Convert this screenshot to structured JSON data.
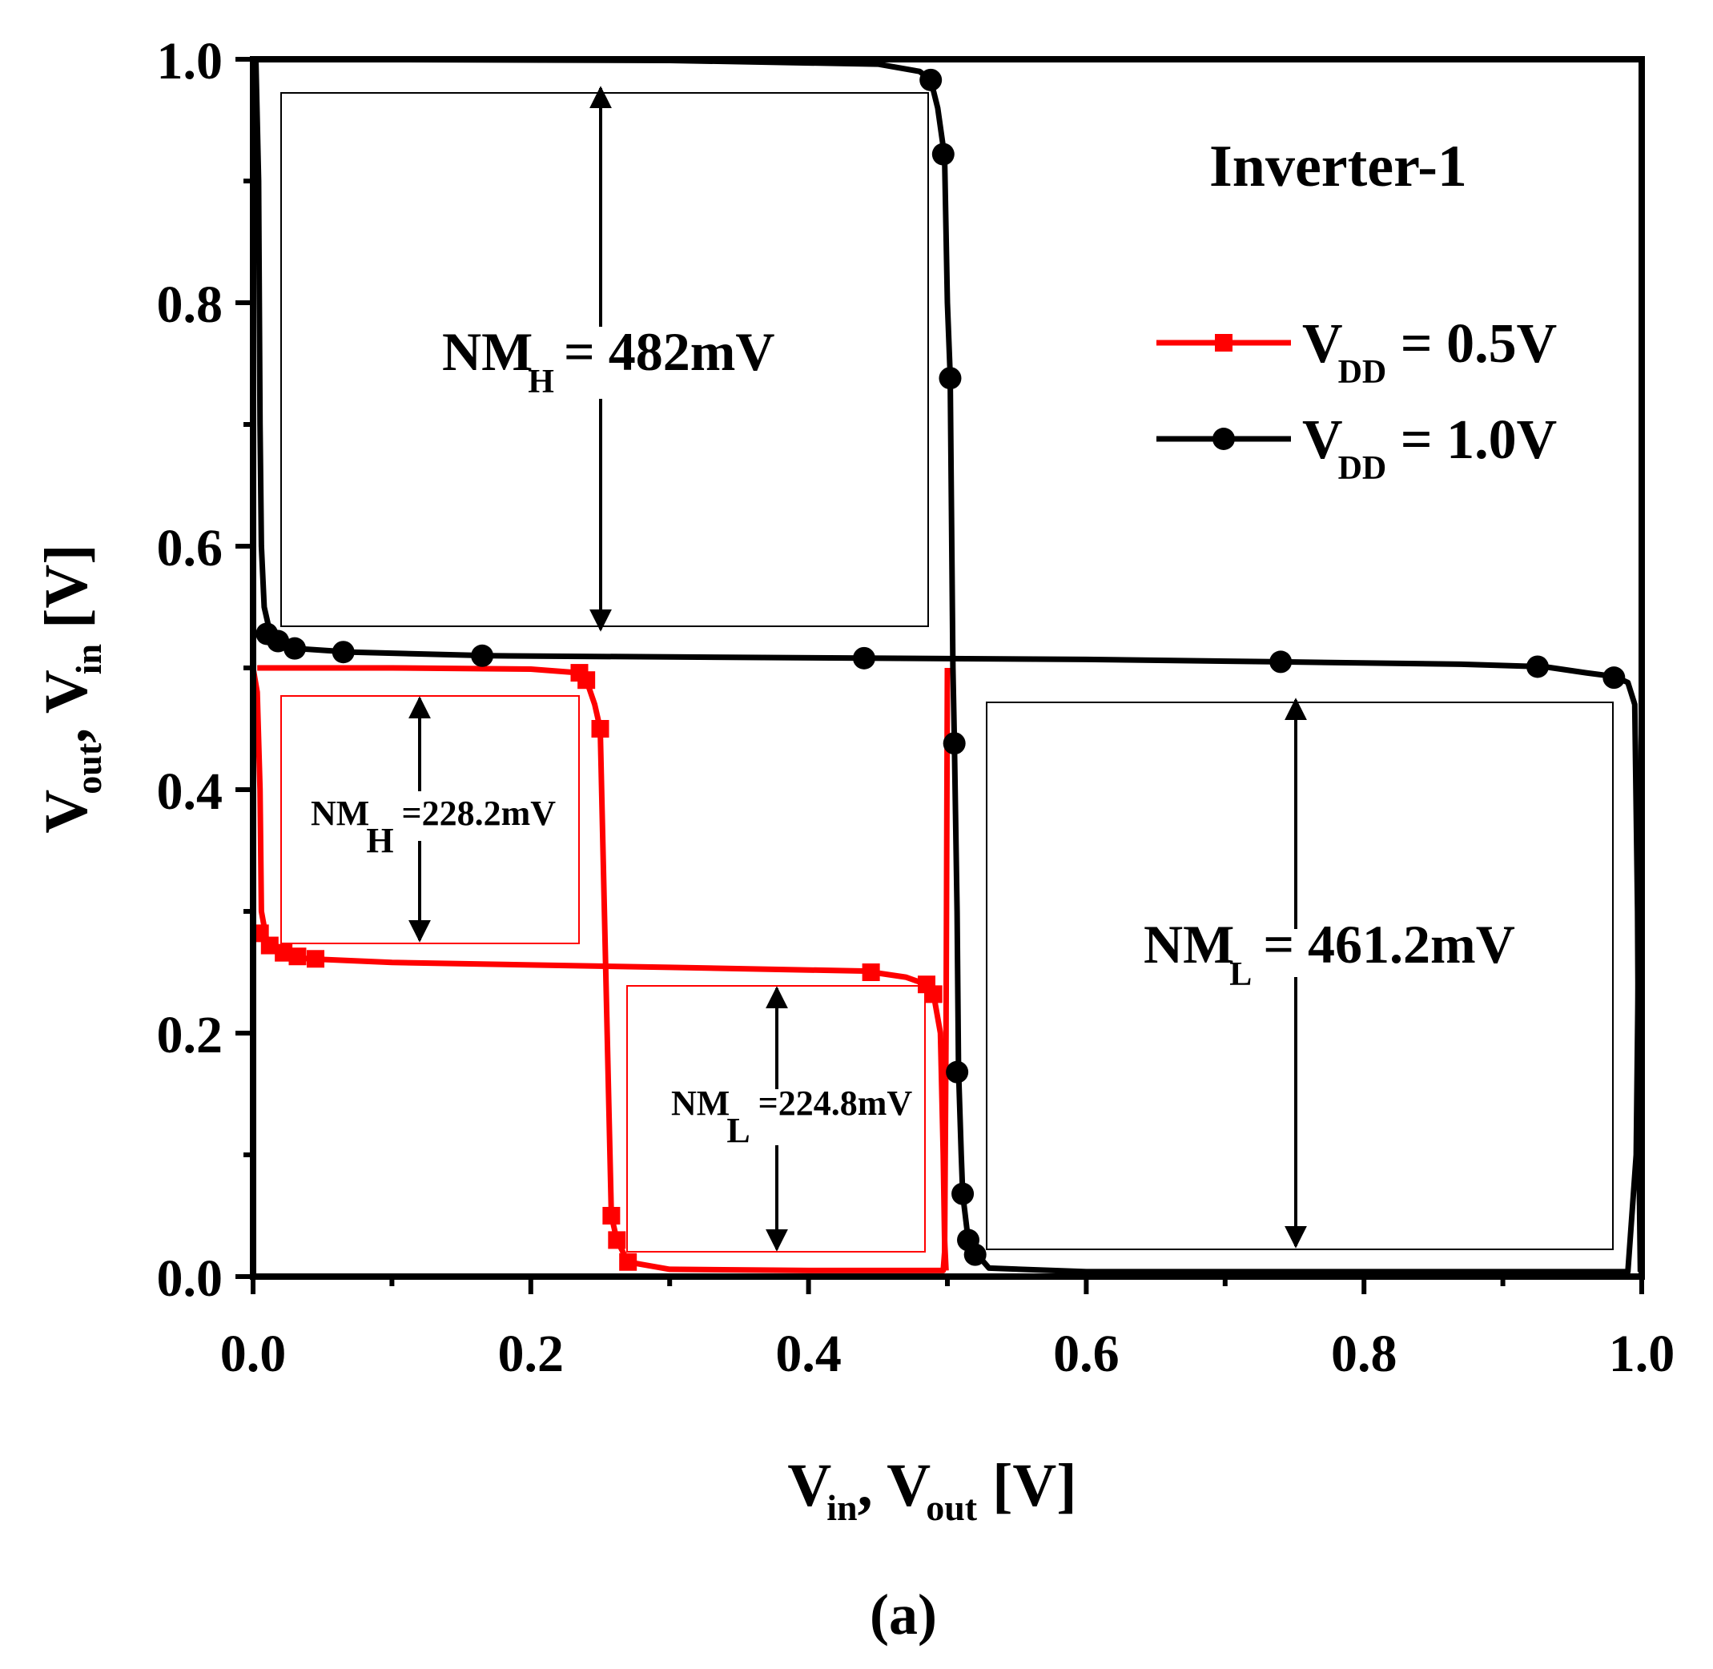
{
  "chart_data": {
    "type": "line",
    "title": "Inverter-1",
    "xlabel": {
      "main1": "V",
      "sub1": "in",
      "sep": ", ",
      "main2": "V",
      "sub2": "out",
      "unit": " [V]"
    },
    "ylabel": {
      "main1": "V",
      "sub1": "out",
      "sep": ", ",
      "main2": "V",
      "sub2": "in",
      "unit": " [V]"
    },
    "xlim": [
      0,
      1.0
    ],
    "ylim": [
      0,
      1.0
    ],
    "xticks": [
      "0.0",
      "0.2",
      "0.4",
      "0.6",
      "0.8",
      "1.0"
    ],
    "yticks": [
      "0.0",
      "0.2",
      "0.4",
      "0.6",
      "0.8",
      "1.0"
    ],
    "grid": false,
    "legend_position": "top-right",
    "caption": "(a)",
    "series": [
      {
        "name": {
          "main": "V",
          "sub": "DD",
          "rest": " = 0.5V"
        },
        "color": "#ff0000",
        "marker": "square",
        "curves": [
          {
            "points": [
              [
                0.003,
                0.5
              ],
              [
                0.1,
                0.5
              ],
              [
                0.2,
                0.499
              ],
              [
                0.235,
                0.496
              ],
              [
                0.24,
                0.49
              ],
              [
                0.246,
                0.47
              ],
              [
                0.25,
                0.45
              ],
              [
                0.253,
                0.3
              ],
              [
                0.256,
                0.15
              ],
              [
                0.258,
                0.05
              ],
              [
                0.262,
                0.03
              ],
              [
                0.27,
                0.012
              ],
              [
                0.3,
                0.006
              ],
              [
                0.4,
                0.005
              ],
              [
                0.48,
                0.005
              ],
              [
                0.497,
                0.005
              ],
              [
                0.498,
                0.02
              ],
              [
                0.499,
                0.2
              ],
              [
                0.5,
                0.5
              ]
            ],
            "markers": [
              [
                0.235,
                0.496
              ],
              [
                0.24,
                0.49
              ],
              [
                0.25,
                0.45
              ],
              [
                0.258,
                0.05
              ],
              [
                0.262,
                0.03
              ],
              [
                0.27,
                0.012
              ]
            ]
          },
          {
            "points": [
              [
                0.0,
                0.5
              ],
              [
                0.003,
                0.48
              ],
              [
                0.005,
                0.4
              ],
              [
                0.006,
                0.3
              ],
              [
                0.01,
                0.275
              ],
              [
                0.02,
                0.268
              ],
              [
                0.03,
                0.263
              ],
              [
                0.04,
                0.261
              ],
              [
                0.1,
                0.258
              ],
              [
                0.2,
                0.256
              ],
              [
                0.3,
                0.254
              ],
              [
                0.44,
                0.251
              ],
              [
                0.47,
                0.246
              ],
              [
                0.485,
                0.24
              ],
              [
                0.49,
                0.232
              ],
              [
                0.495,
                0.2
              ],
              [
                0.497,
                0.1
              ],
              [
                0.498,
                0.03
              ],
              [
                0.499,
                0.005
              ]
            ],
            "markers": [
              [
                0.005,
                0.282
              ],
              [
                0.012,
                0.272
              ],
              [
                0.022,
                0.266
              ],
              [
                0.032,
                0.263
              ],
              [
                0.045,
                0.261
              ],
              [
                0.445,
                0.25
              ],
              [
                0.485,
                0.24
              ],
              [
                0.49,
                0.232
              ]
            ]
          }
        ]
      },
      {
        "name": {
          "main": "V",
          "sub": "DD",
          "rest": " = 1.0V"
        },
        "color": "#000000",
        "marker": "circle",
        "curves": [
          {
            "points": [
              [
                0.005,
                1.0
              ],
              [
                0.3,
                0.999
              ],
              [
                0.45,
                0.996
              ],
              [
                0.48,
                0.99
              ],
              [
                0.488,
                0.983
              ],
              [
                0.493,
                0.96
              ],
              [
                0.498,
                0.92
              ],
              [
                0.5,
                0.8
              ],
              [
                0.502,
                0.74
              ],
              [
                0.504,
                0.5
              ],
              [
                0.505,
                0.44
              ],
              [
                0.507,
                0.3
              ],
              [
                0.508,
                0.17
              ],
              [
                0.51,
                0.1
              ],
              [
                0.511,
                0.068
              ],
              [
                0.515,
                0.03
              ],
              [
                0.52,
                0.02
              ],
              [
                0.53,
                0.007
              ],
              [
                0.6,
                0.004
              ],
              [
                0.8,
                0.004
              ],
              [
                0.99,
                0.004
              ],
              [
                0.996,
                0.1
              ],
              [
                0.998,
                0.3
              ],
              [
                1.0,
                0.47
              ]
            ],
            "markers": [
              [
                0.488,
                0.983
              ],
              [
                0.497,
                0.922
              ],
              [
                0.502,
                0.738
              ],
              [
                0.505,
                0.438
              ],
              [
                0.507,
                0.168
              ],
              [
                0.511,
                0.068
              ],
              [
                0.515,
                0.03
              ],
              [
                0.52,
                0.018
              ]
            ]
          },
          {
            "points": [
              [
                0.002,
                1.0
              ],
              [
                0.004,
                0.9
              ],
              [
                0.005,
                0.7
              ],
              [
                0.006,
                0.6
              ],
              [
                0.008,
                0.55
              ],
              [
                0.012,
                0.53
              ],
              [
                0.02,
                0.52
              ],
              [
                0.03,
                0.516
              ],
              [
                0.07,
                0.513
              ],
              [
                0.17,
                0.51
              ],
              [
                0.3,
                0.509
              ],
              [
                0.44,
                0.508
              ],
              [
                0.6,
                0.507
              ],
              [
                0.74,
                0.505
              ],
              [
                0.87,
                0.503
              ],
              [
                0.93,
                0.501
              ],
              [
                0.96,
                0.496
              ],
              [
                0.98,
                0.493
              ],
              [
                0.99,
                0.488
              ],
              [
                0.995,
                0.47
              ],
              [
                0.997,
                0.3
              ],
              [
                0.998,
                0.1
              ],
              [
                0.999,
                0.004
              ]
            ],
            "markers": [
              [
                0.01,
                0.528
              ],
              [
                0.018,
                0.522
              ],
              [
                0.03,
                0.516
              ],
              [
                0.065,
                0.513
              ],
              [
                0.165,
                0.51
              ],
              [
                0.44,
                0.508
              ],
              [
                0.74,
                0.505
              ],
              [
                0.925,
                0.501
              ],
              [
                0.98,
                0.492
              ]
            ]
          }
        ]
      }
    ],
    "annotations": [
      {
        "main": "NM",
        "sub": "H",
        "value": "= 482mV"
      },
      {
        "main": "NM",
        "sub": "L",
        "value": "= 461.2mV"
      },
      {
        "main": "NM",
        "sub": "H",
        "value": "=228.2mV"
      },
      {
        "main": "NM",
        "sub": "L",
        "value": "=224.8mV"
      }
    ]
  }
}
